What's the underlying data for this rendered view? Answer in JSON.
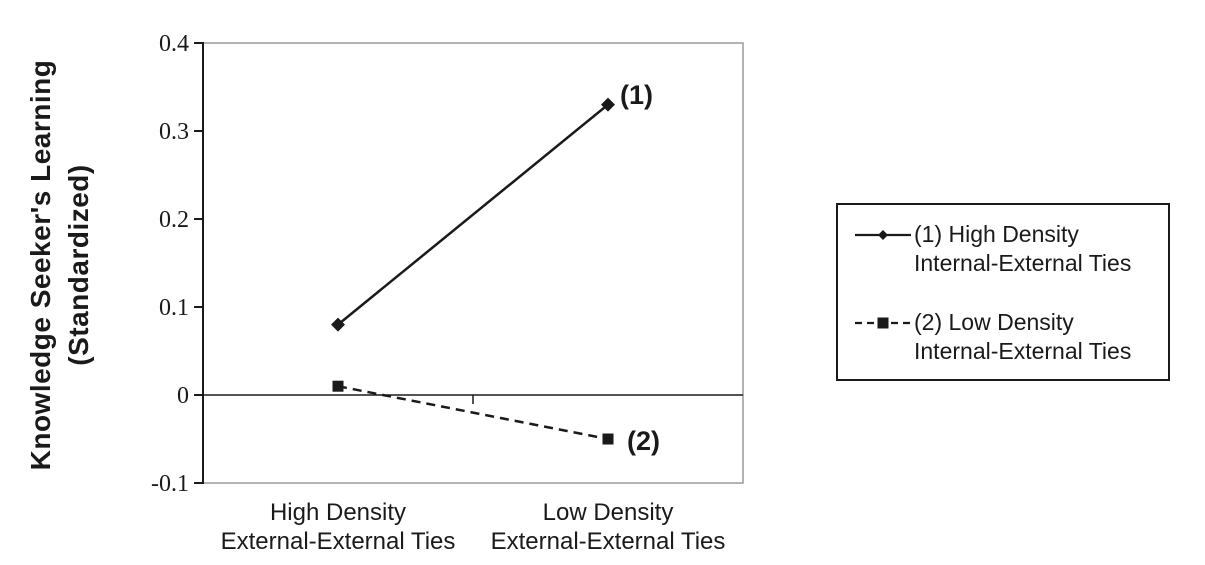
{
  "chart_data": {
    "type": "line",
    "title": "",
    "xlabel": "",
    "ylabel_lines": [
      "Knowledge Seeker's Learning",
      "(Standardized)"
    ],
    "categories": [
      {
        "line1": "High Density",
        "line2": "External-External Ties"
      },
      {
        "line1": "Low Density",
        "line2": "External-External Ties"
      }
    ],
    "series": [
      {
        "name": "(1) High Density Internal-External Ties",
        "point_label": "(1)",
        "marker": "diamond",
        "line_style": "solid",
        "values": [
          0.08,
          0.33
        ]
      },
      {
        "name": "(2) Low Density Internal-External Ties",
        "point_label": "(2)",
        "marker": "square",
        "line_style": "dashed",
        "values": [
          0.01,
          -0.05
        ]
      }
    ],
    "ylim": [
      -0.1,
      0.4
    ],
    "yticks": [
      0.4,
      0.3,
      0.2,
      0.1,
      0,
      -0.1
    ],
    "ytick_labels": [
      "0.4",
      "0.3",
      "0.2",
      "0.1",
      "0",
      "-0.1"
    ],
    "grid": false,
    "legend_position": "right",
    "colors": {
      "series": "#1a1a1a",
      "axis": "#1a1a1a",
      "plot_border": "#9a9a9a",
      "text": "#1a1a1a"
    }
  },
  "legend": {
    "entries": [
      {
        "line1": "(1) High Density",
        "line2": "Internal-External Ties",
        "sample": "solid-line-diamond-marker"
      },
      {
        "line1": "(2) Low Density",
        "line2": "Internal-External Ties",
        "sample": "dashed-line-square-marker"
      }
    ]
  }
}
